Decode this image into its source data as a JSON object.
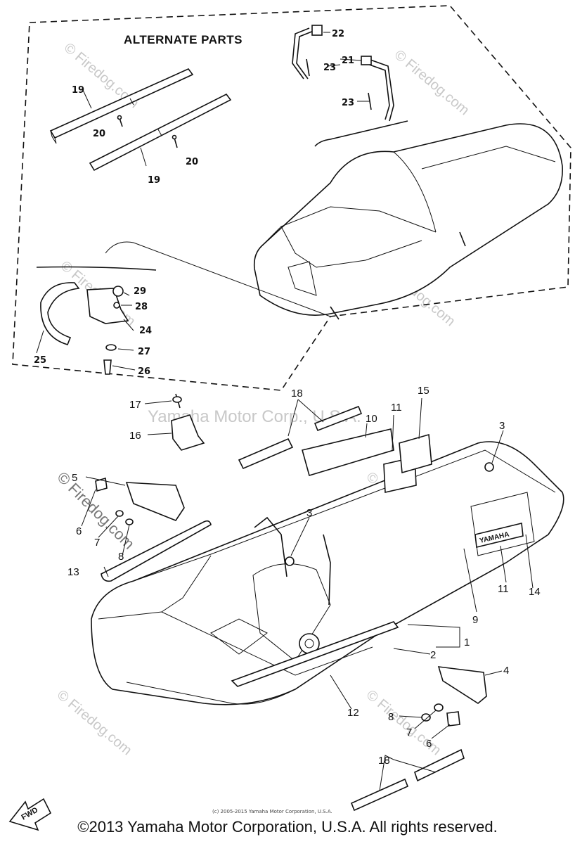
{
  "alternate_parts_title": "ALTERNATE PARTS",
  "watermark": {
    "brand": "© Firedog.com",
    "center_text": "Yamaha Motor Corp., U.S.A."
  },
  "decal_text": "YAMAHA",
  "fwd_label": "FWD",
  "small_copyright": "(c) 2005-2015 Yamaha Motor Corporation, U.S.A.",
  "footer_copyright": "©2013 Yamaha Motor Corporation, U.S.A. All rights reserved.",
  "callouts": {
    "p1": "1",
    "p2": "2",
    "p3a": "3",
    "p3b": "3",
    "p4": "4",
    "p5": "5",
    "p6a": "6",
    "p6b": "6",
    "p7a": "7",
    "p7b": "7",
    "p8a": "8",
    "p8b": "8",
    "p9": "9",
    "p10": "10",
    "p11a": "11",
    "p11b": "11",
    "p12": "12",
    "p13": "13",
    "p14": "14",
    "p15": "15",
    "p16": "16",
    "p17": "17",
    "p18a": "18",
    "p18b": "18",
    "p19a": "19",
    "p19b": "19",
    "p20a": "20",
    "p20b": "20",
    "p21": "21",
    "p22": "22",
    "p23a": "23",
    "p23b": "23",
    "p24": "24",
    "p25": "25",
    "p26": "26",
    "p27": "27",
    "p28": "28",
    "p29": "29"
  }
}
